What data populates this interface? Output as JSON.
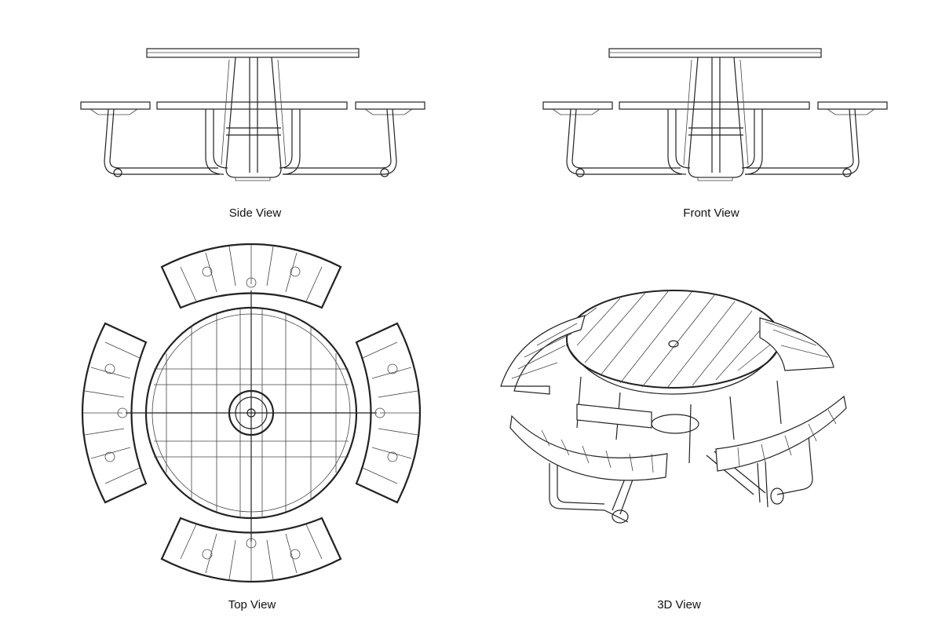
{
  "labels": {
    "side": "Side View",
    "front": "Front View",
    "top": "Top View",
    "threeD": "3D View"
  },
  "colors": {
    "line": "#222222",
    "background": "#ffffff"
  }
}
